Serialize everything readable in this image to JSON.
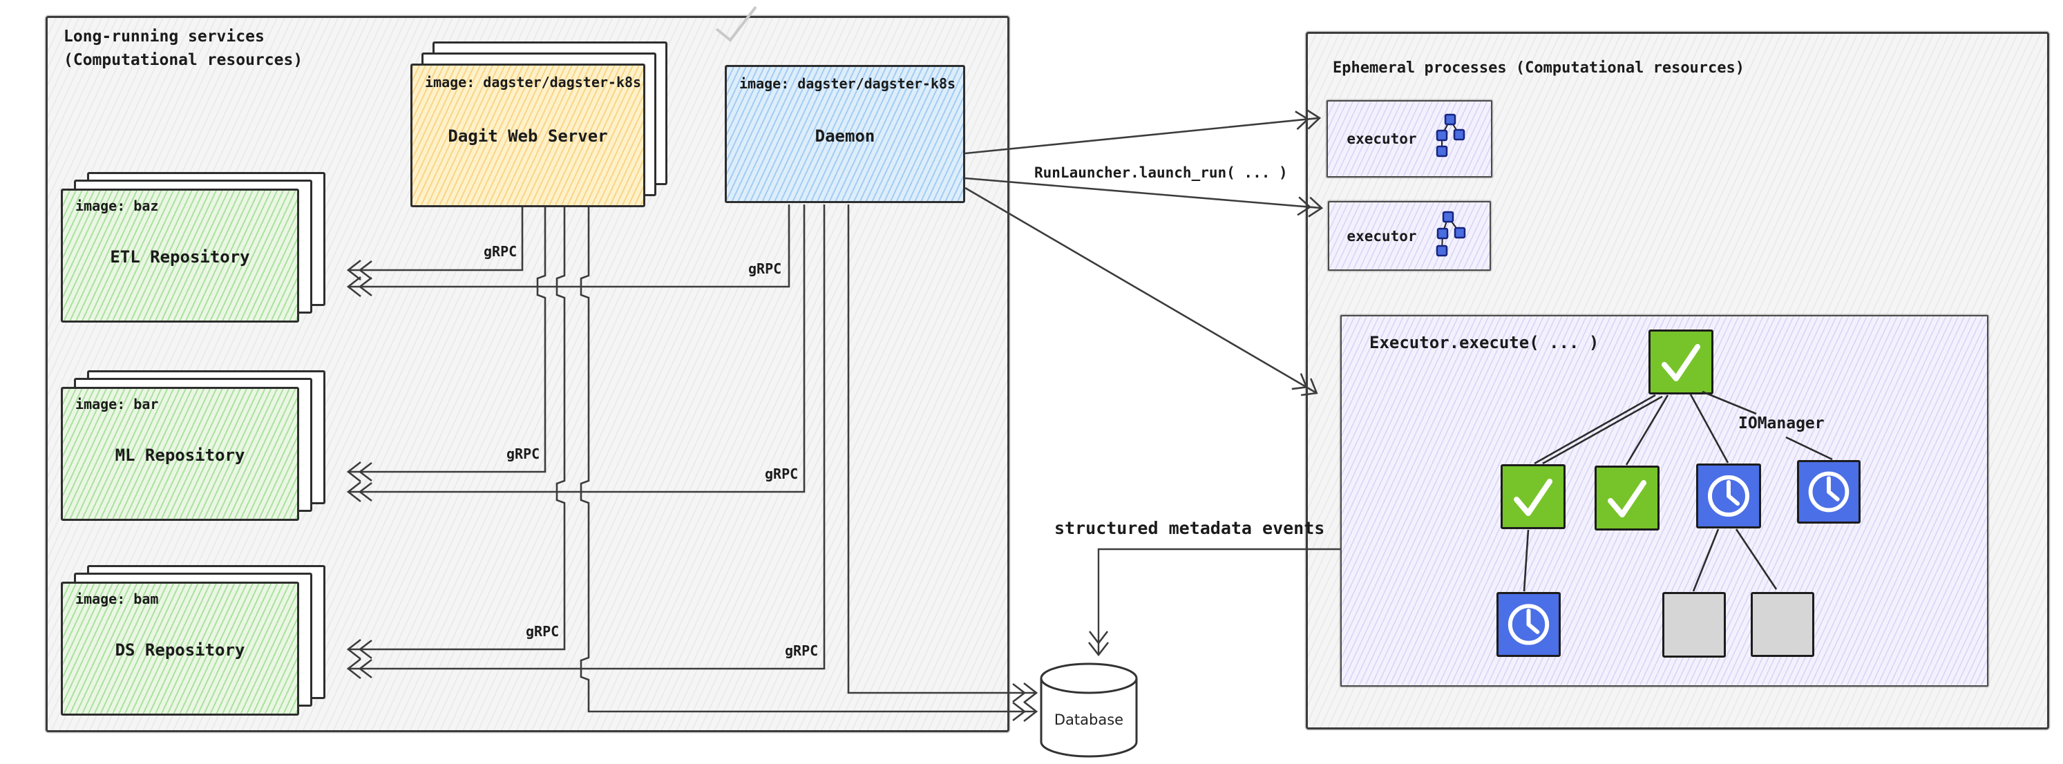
{
  "left_panel": {
    "title_line1": "Long-running services",
    "title_line2": "(Computational resources)",
    "dagit": {
      "image_label": "image: dagster/dagster-k8s",
      "name": "Dagit Web Server"
    },
    "daemon": {
      "image_label": "image: dagster/dagster-k8s",
      "name": "Daemon"
    },
    "repos": [
      {
        "image_label": "image: baz",
        "name": "ETL Repository"
      },
      {
        "image_label": "image: bar",
        "name": "ML Repository"
      },
      {
        "image_label": "image: bam",
        "name": "DS Repository"
      }
    ],
    "grpc_label": "gRPC"
  },
  "right_panel": {
    "title": "Ephemeral processes (Computational resources)",
    "executors": [
      {
        "label": "executor"
      },
      {
        "label": "executor"
      }
    ],
    "execute_box": {
      "title": "Executor.execute( ... )",
      "iomanager_label": "IOManager"
    }
  },
  "connections": {
    "run_launcher_label": "RunLauncher.launch_run( ... )",
    "metadata_events_label": "structured metadata events"
  },
  "database": {
    "label": "Database"
  },
  "dag": {
    "nodes": [
      {
        "id": "root",
        "status": "success",
        "icon": "check-icon"
      },
      {
        "id": "r2-1",
        "status": "success",
        "icon": "check-icon"
      },
      {
        "id": "r2-2",
        "status": "success",
        "icon": "check-icon"
      },
      {
        "id": "r2-3",
        "status": "in-progress",
        "icon": "clock-icon"
      },
      {
        "id": "r2-4",
        "status": "in-progress",
        "icon": "clock-icon"
      },
      {
        "id": "r3-1",
        "status": "in-progress",
        "icon": "clock-icon"
      },
      {
        "id": "r3-2",
        "status": "pending",
        "icon": "blank"
      },
      {
        "id": "r3-3",
        "status": "pending",
        "icon": "blank"
      }
    ]
  },
  "colors": {
    "dagit_box": "#ffe9b3",
    "daemon_box": "#cfe5f9",
    "repo_box": "#e3f5de",
    "process_box": "#f1eefc",
    "node_success": "#77c42a",
    "node_in_progress": "#4b6fe6",
    "node_pending": "#d6d6d6",
    "wire": "#3c3c3c"
  }
}
